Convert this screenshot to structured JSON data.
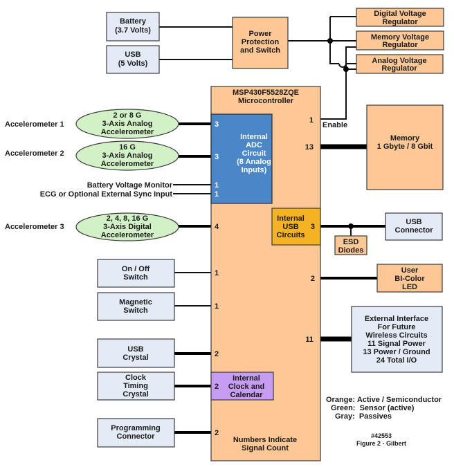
{
  "power": {
    "battery": [
      "Battery",
      "(3.7 Volts)"
    ],
    "usb": [
      "USB",
      "(5 Volts)"
    ],
    "protection": [
      "Power",
      "Protection",
      "and Switch"
    ],
    "digital_reg": [
      "Digital Voltage",
      "Regulator"
    ],
    "memory_reg": [
      "Memory Voltage",
      "Regulator"
    ],
    "analog_reg": [
      "Analog Voltage",
      "Regulator"
    ]
  },
  "mcu": {
    "title": [
      "MSP430F5528ZQE",
      "Microcontroller"
    ],
    "adc": [
      "Internal",
      "ADC",
      "Circuit",
      "(8 Analog",
      "Inputs)"
    ],
    "usb_circuits": [
      "Internal",
      "USB",
      "Circuits"
    ],
    "clock": [
      "Internal",
      "Clock and",
      "Calendar"
    ],
    "note": [
      "Numbers Indicate",
      "Signal Count"
    ]
  },
  "inputs": {
    "accel1": {
      "label": "Accelerometer 1",
      "desc": [
        "2 or 8 G",
        "3-Axis Analog",
        "Accelerometer"
      ],
      "count": "3"
    },
    "accel2": {
      "label": "Accelerometer 2",
      "desc": [
        "16 G",
        "3-Axis Analog",
        "Accelerometer"
      ],
      "count": "3"
    },
    "battery_monitor": {
      "label": "Battery Voltage Monitor",
      "count": "1"
    },
    "ecg": {
      "label": "ECG or Optional External Sync Input",
      "count": "1"
    },
    "accel3": {
      "label": "Accelerometer 3",
      "desc": [
        "2, 4, 8, 16 G",
        "3-Axis Digital",
        "Accelerometer"
      ],
      "count": "4"
    },
    "onoff": {
      "desc": [
        "On / Off",
        "Switch"
      ],
      "count": "1"
    },
    "magnetic": {
      "desc": [
        "Magnetic",
        "Switch"
      ],
      "count": "1"
    },
    "usb_crystal": {
      "desc": [
        "USB",
        "Crystal"
      ],
      "count": "2"
    },
    "clock_crystal": {
      "desc": [
        "Clock",
        "Timing",
        "Crystal"
      ],
      "count": "2"
    },
    "programming": {
      "desc": [
        "Programming",
        "Connector"
      ],
      "count": "2"
    }
  },
  "outputs": {
    "enable": {
      "label": "Enable",
      "count": "1"
    },
    "memory": {
      "desc": [
        "Memory",
        "1 Gbyte / 8 Gbit"
      ],
      "count": "13"
    },
    "usb_connector": {
      "desc": [
        "USB",
        "Connector"
      ],
      "count": "3"
    },
    "esd": [
      "ESD",
      "Diodes"
    ],
    "led": {
      "desc": [
        "User",
        "BI-Color",
        "LED"
      ],
      "count": "2"
    },
    "external": {
      "desc": [
        "External Interface",
        "For Future",
        "Wireless Circuits",
        "11 Signal Power",
        "13 Power / Ground",
        "24 Total I/O"
      ],
      "count": "11"
    }
  },
  "legend": [
    "Orange: Active / Semiconductor",
    "Green:  Sensor (active)",
    "Gray:  Passives"
  ],
  "figure": [
    "#42553",
    "Figure 2 - Gilbert"
  ]
}
